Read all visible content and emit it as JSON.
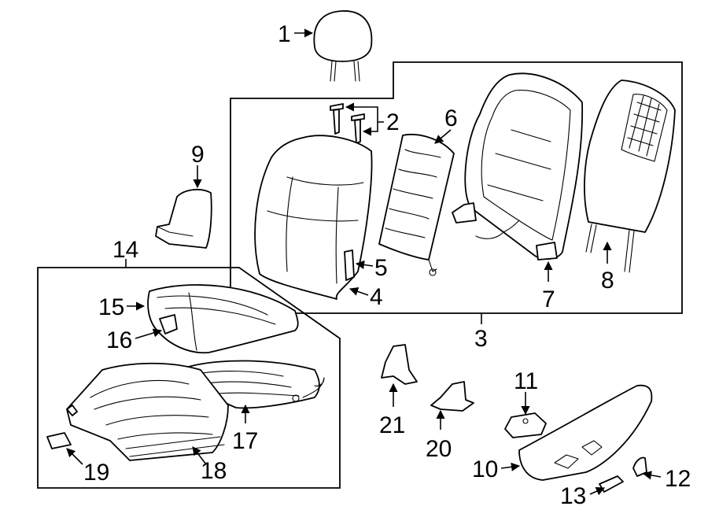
{
  "callouts": {
    "p1": "1",
    "p2": "2",
    "p3": "3",
    "p4": "4",
    "p5": "5",
    "p6": "6",
    "p7": "7",
    "p8": "8",
    "p9": "9",
    "p10": "10",
    "p11": "11",
    "p12": "12",
    "p13": "13",
    "p14": "14",
    "p15": "15",
    "p16": "16",
    "p17": "17",
    "p18": "18",
    "p19": "19",
    "p20": "20",
    "p21": "21"
  }
}
